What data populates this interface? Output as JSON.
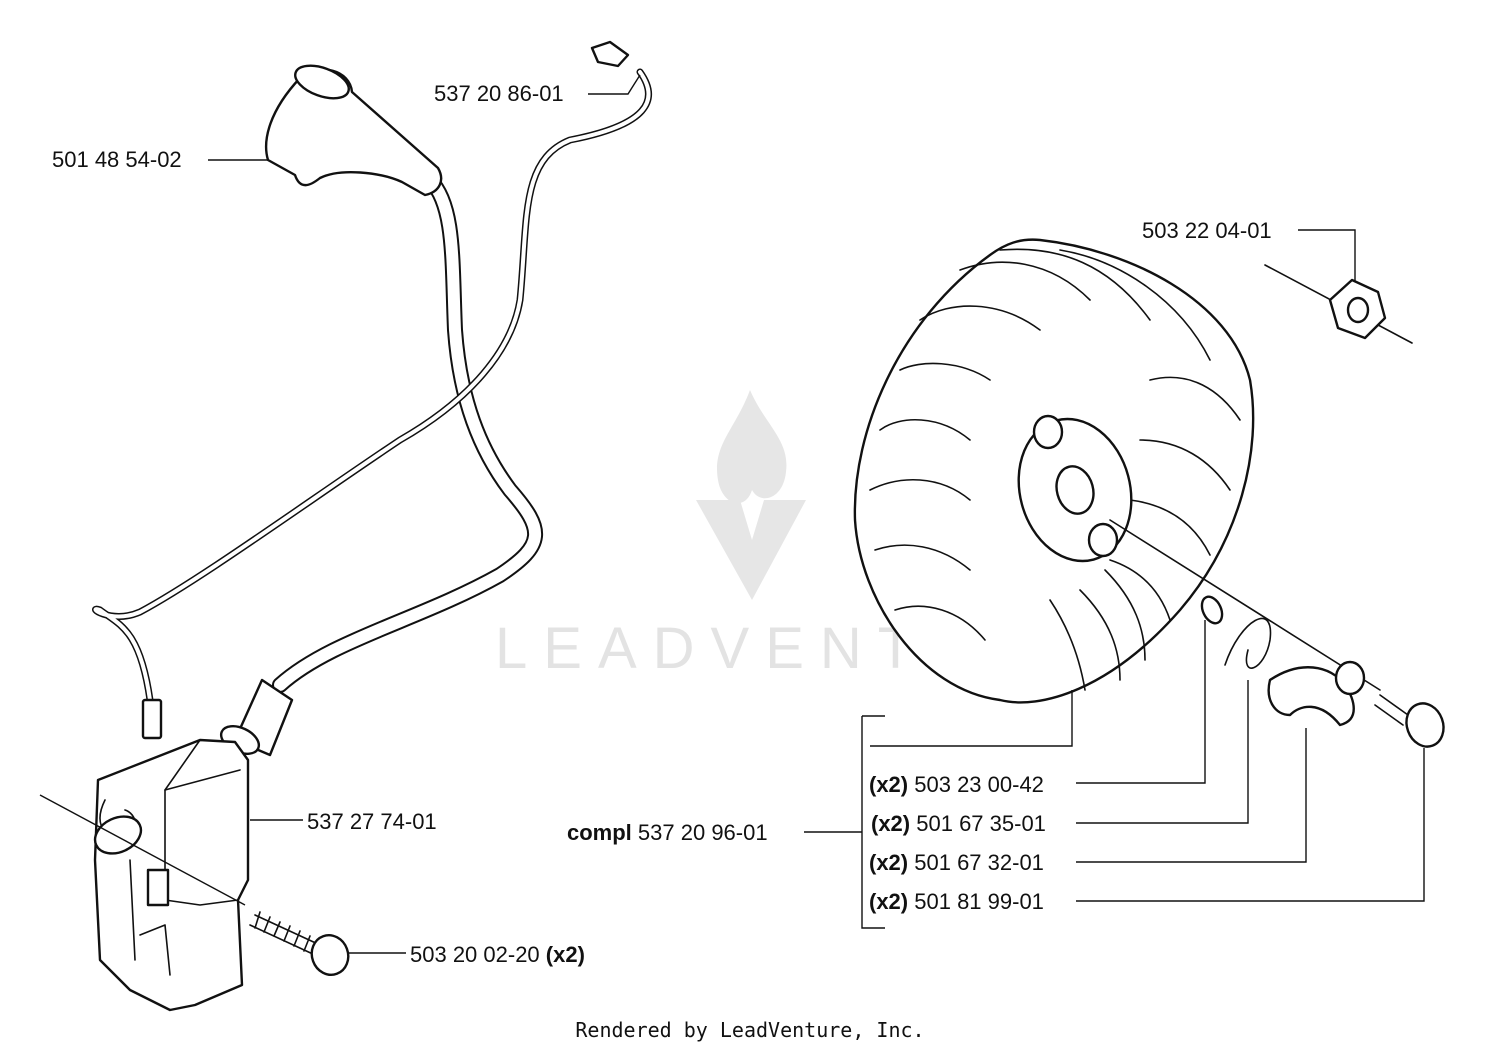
{
  "labels": {
    "wire_terminal": "537 20 86-01",
    "spark_plug_cap": "501 48 54-02",
    "flywheel_nut": "503 22 04-01",
    "ignition_module": "537 27 74-01",
    "module_screw": "503 20 02-20",
    "module_screw_qty": "(x2)",
    "washer_qty": "(x2)",
    "washer": "503 23 00-42",
    "spring_qty": "(x2)",
    "spring": "501 67 35-01",
    "pawl_qty": "(x2)",
    "pawl": "501 67 32-01",
    "pawl_screw_qty": "(x2)",
    "pawl_screw": "501 81 99-01",
    "flywheel_prefix": "compl",
    "flywheel_complete": "537 20 96-01"
  },
  "watermark": {
    "text": "LEADVENTURE",
    "color": "#e3e3e3"
  },
  "footer": {
    "text": "Rendered by LeadVenture, Inc."
  }
}
